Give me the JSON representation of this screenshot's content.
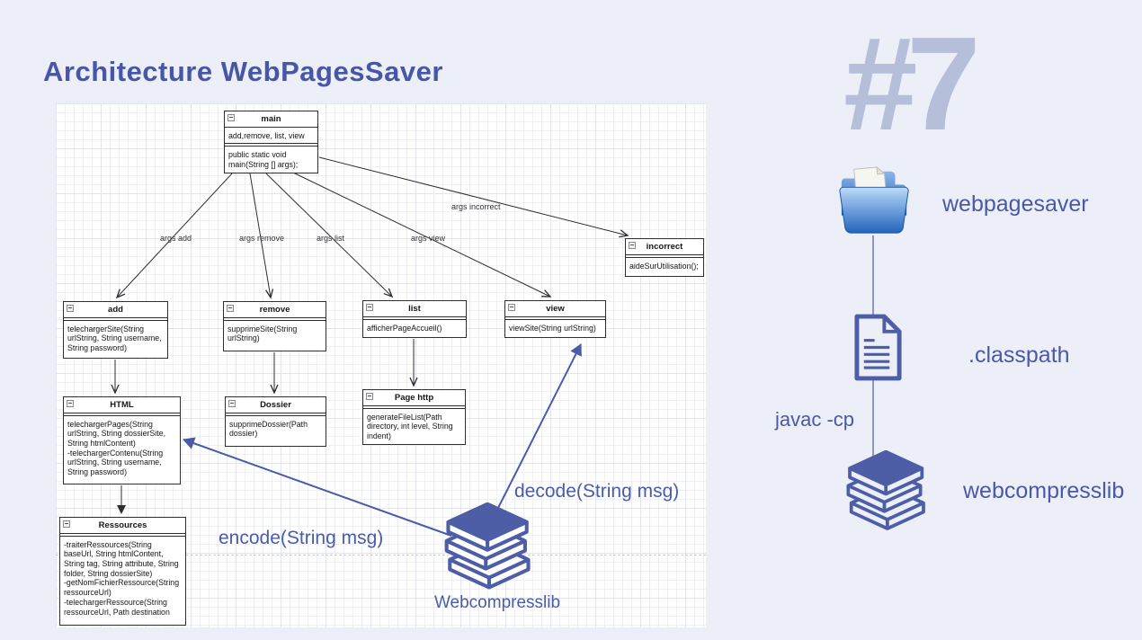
{
  "slide": {
    "title": "Architecture WebPagesSaver",
    "number": "#7"
  },
  "diagram": {
    "classes": [
      {
        "name": "main",
        "sections": [
          "add,remove, list, view",
          "public static void\nmain(String [] args);"
        ]
      },
      {
        "name": "add",
        "sections": [
          "telechargerSite(String urlString, String username, String password)"
        ]
      },
      {
        "name": "remove",
        "sections": [
          "supprimeSite(String urlString)"
        ]
      },
      {
        "name": "list",
        "sections": [
          "afficherPageAccueil()"
        ]
      },
      {
        "name": "view",
        "sections": [
          "viewSite(String urlString)"
        ]
      },
      {
        "name": "incorrect",
        "sections": [
          "aideSurUtilisation();"
        ]
      },
      {
        "name": "HTML",
        "sections": [
          "telechargerPages(String urlString, String dossierSite, String htmlContent)\n-telechargerContenu(String urlString, String username, String password)"
        ]
      },
      {
        "name": "Dossier",
        "sections": [
          "supprimeDossier(Path dossier)"
        ]
      },
      {
        "name": "Page http",
        "sections": [
          "generateFileList(Path directory, int level, String indent)"
        ]
      },
      {
        "name": "Ressources",
        "sections": [
          "-traiterRessources(String baseUrl, String htmlContent, String tag, String attribute, String folder, String dossierSite)\n-getNomFichierRessource(String ressourceUrl)\n-telechargerRessource(String ressourceUrl, Path destination"
        ]
      }
    ],
    "edge_labels": [
      "args add",
      "args remove",
      "args list",
      "args view",
      "args incorrect"
    ],
    "library": {
      "label": "Webcompresslib",
      "encode": "encode(String msg)",
      "decode": "decode(String msg)"
    }
  },
  "sidebar": {
    "items": [
      {
        "icon": "folder-icon",
        "label": "webpagesaver"
      },
      {
        "icon": "document-icon",
        "label": ".classpath"
      },
      {
        "icon": "books-icon",
        "label": "webcompresslib"
      }
    ],
    "connector_label": "javac -cp"
  },
  "colors": {
    "accent": "#4a5ca9",
    "title": "#4756a6",
    "number": "#b6bfda",
    "background": "#edeff8"
  }
}
